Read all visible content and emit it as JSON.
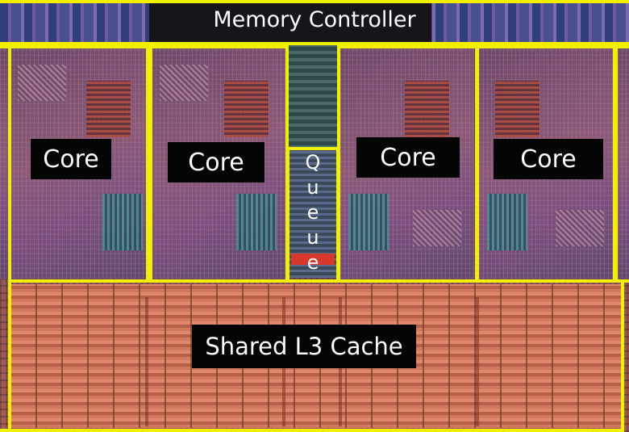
{
  "diagram": {
    "memory_controller": {
      "label": "Memory Controller"
    },
    "cores": [
      {
        "label": "Core"
      },
      {
        "label": "Core"
      },
      {
        "label": "Core"
      },
      {
        "label": "Core"
      }
    ],
    "queue": {
      "label": "Queue",
      "letters": [
        "Q",
        "u",
        "e",
        "u",
        "e"
      ]
    },
    "l3_cache": {
      "label": "Shared L3 Cache"
    },
    "colors": {
      "outline": "#f1f000",
      "label_background": "#050505",
      "label_text": "#ffffff",
      "cache_die": "#d37a5c",
      "core_die": "#8a5a78"
    }
  }
}
